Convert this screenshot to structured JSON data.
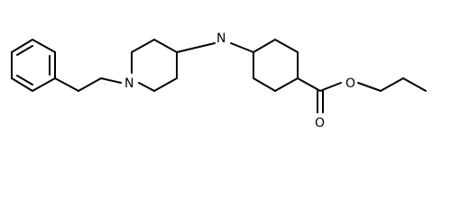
{
  "molecule": {
    "atoms": {
      "nitrogen_amine": "N",
      "nitrogen_piperidine": "N",
      "oxygen_ester": "O",
      "oxygen_carbonyl": "O"
    },
    "colors": {
      "bond": "#000000",
      "label": "#000000",
      "background": "#ffffff"
    }
  }
}
